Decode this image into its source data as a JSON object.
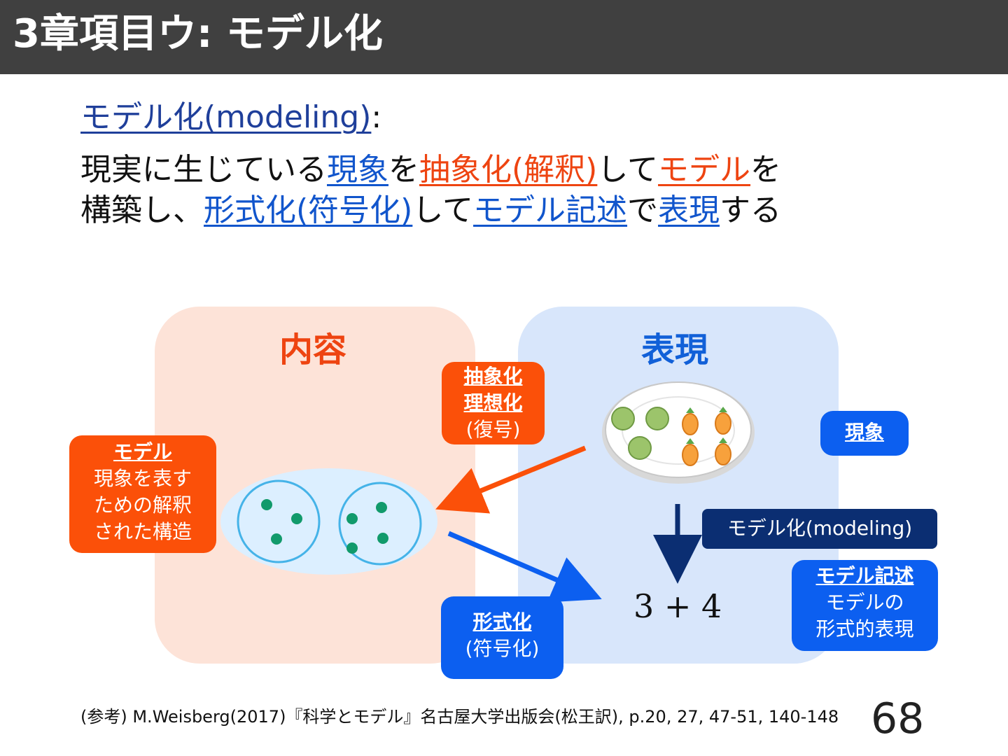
{
  "header": {
    "title": "3章項目ウ: モデル化"
  },
  "definition": {
    "term": "モデル化(modeling)",
    "colon": ":",
    "line1": [
      {
        "text": "現実に生じている",
        "style": "plain"
      },
      {
        "text": "現象",
        "style": "blue"
      },
      {
        "text": "を",
        "style": "plain"
      },
      {
        "text": "抽象化(解釈)",
        "style": "orange"
      },
      {
        "text": "して",
        "style": "plain"
      },
      {
        "text": "モデル",
        "style": "orange"
      },
      {
        "text": "を",
        "style": "plain"
      }
    ],
    "line2": [
      {
        "text": "構築し、",
        "style": "plain"
      },
      {
        "text": "形式化(符号化)",
        "style": "blue"
      },
      {
        "text": "して",
        "style": "plain"
      },
      {
        "text": "モデル記述",
        "style": "blue"
      },
      {
        "text": "で",
        "style": "plain"
      },
      {
        "text": "表現",
        "style": "blue"
      },
      {
        "text": "する",
        "style": "plain"
      }
    ]
  },
  "diagram": {
    "content_title": "内容",
    "expression_title": "表現",
    "abstraction_box": {
      "title1": "抽象化",
      "title2": "理想化",
      "sub": "(復号)"
    },
    "formalization_box": {
      "title": "形式化",
      "sub": "(符号化)"
    },
    "model_box": {
      "title": "モデル",
      "line1": "現象を表す",
      "line2": "ための解釈",
      "line3": "された構造"
    },
    "phenomenon_box": {
      "title": "現象"
    },
    "modeling_box": {
      "label": "モデル化(modeling)"
    },
    "model_description_box": {
      "title": "モデル記述",
      "line1": "モデルの",
      "line2": "形式的表現"
    },
    "formula": "3 + 4",
    "colors": {
      "orange": "#fb5009",
      "blue": "#0c5ff0",
      "navy": "#0b2e72",
      "content_panel": "#fde3d8",
      "expression_panel": "#d8e6fb",
      "dots": "#119a6b"
    }
  },
  "footer": {
    "reference": "(参考) M.Weisberg(2017)『科学とモデル』名古屋大学出版会(松王訳), p.20, 27, 47-51, 140-148",
    "page_number": "68"
  }
}
